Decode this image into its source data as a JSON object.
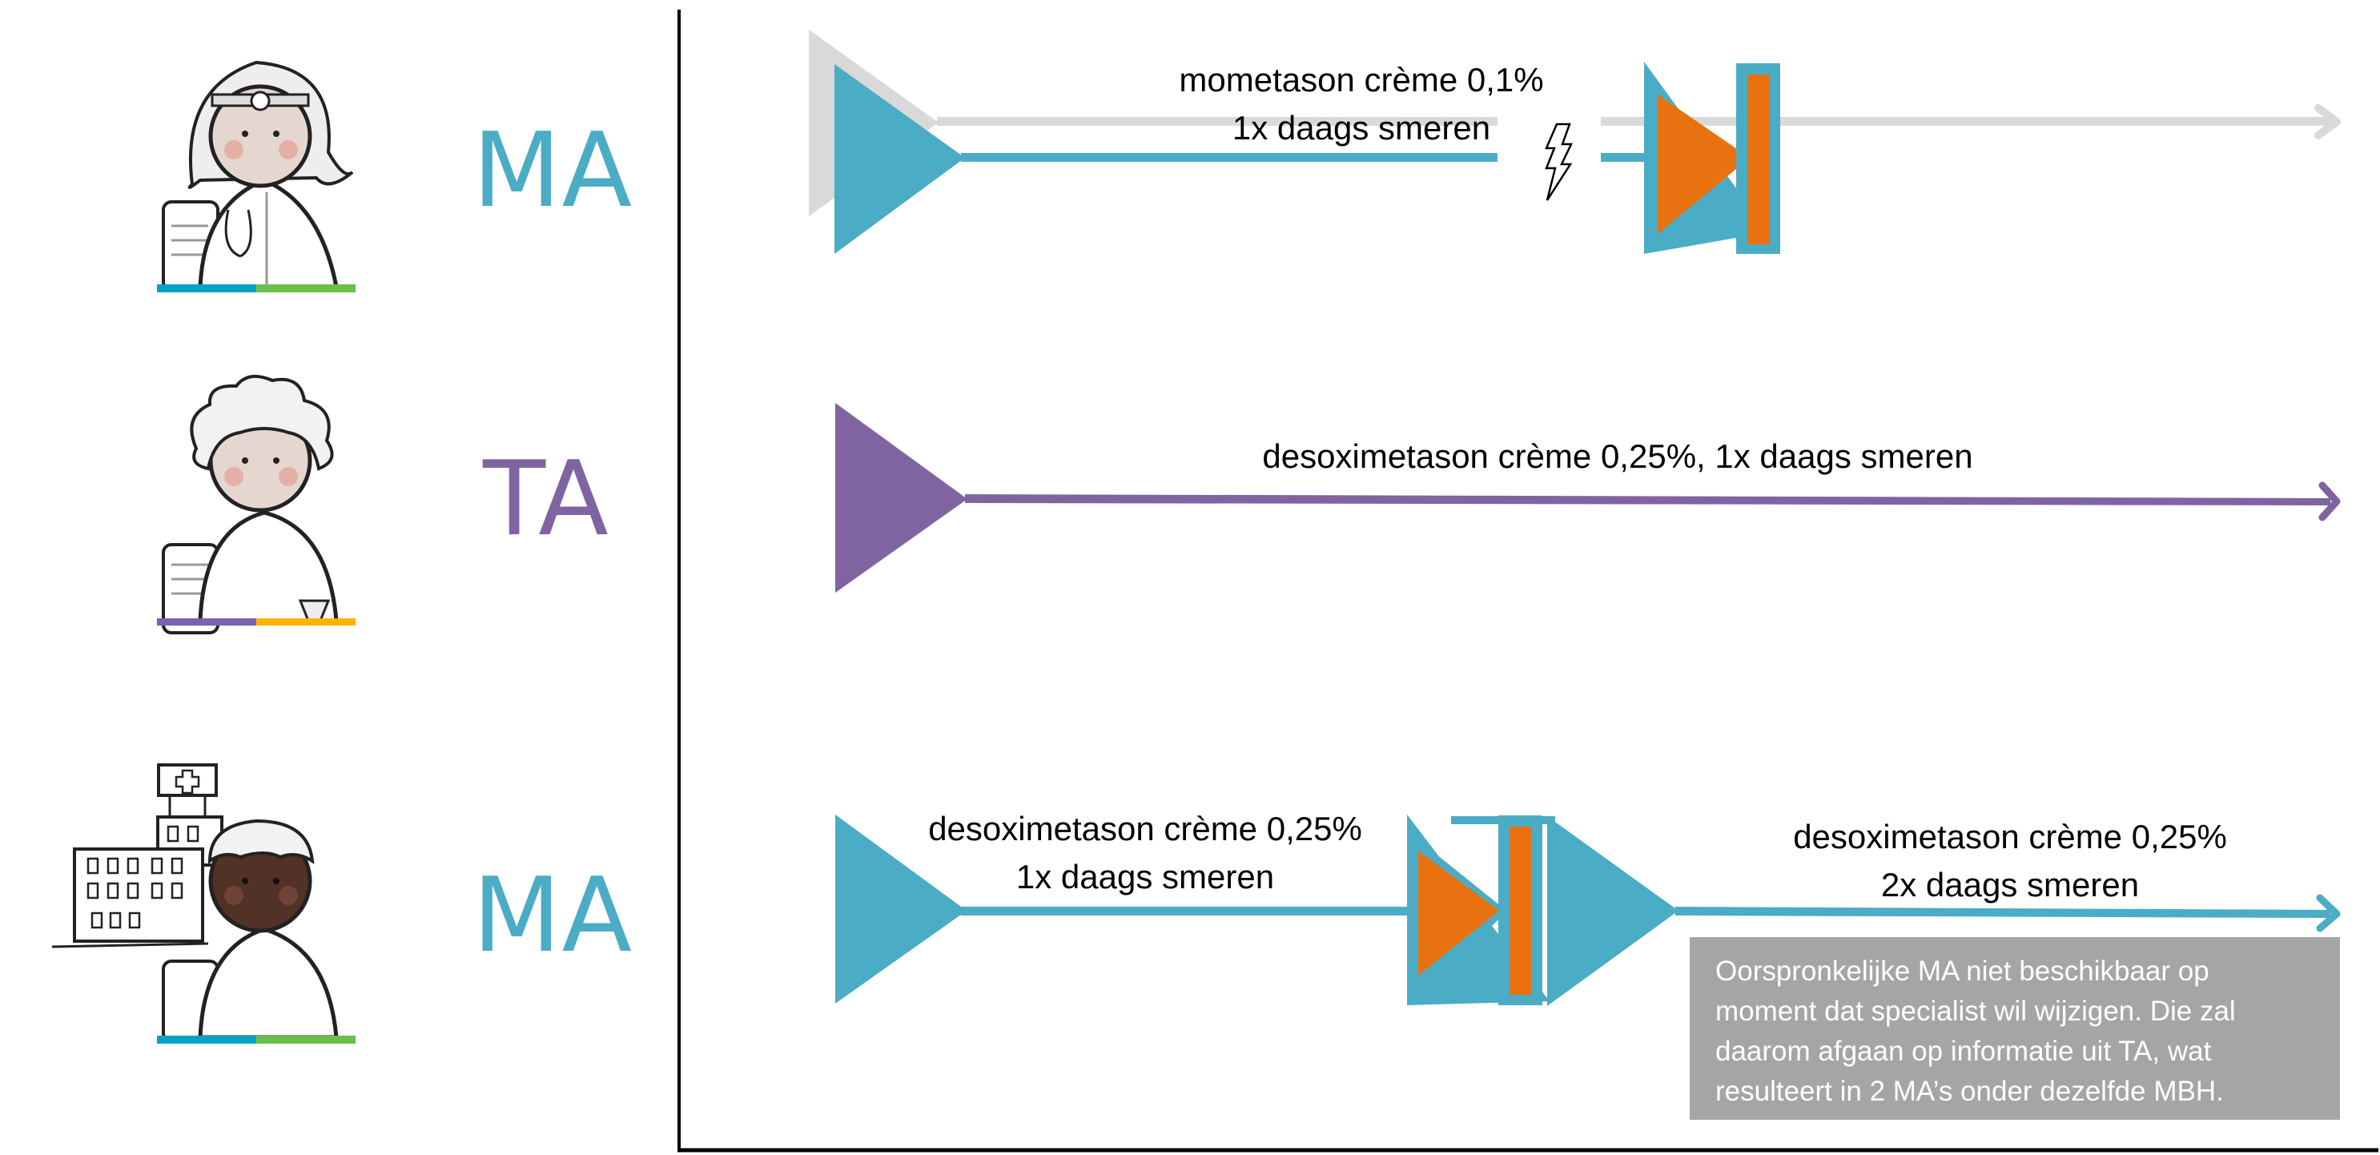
{
  "colors": {
    "ma_blue": "#4bacc6",
    "ta_purple": "#8064a2",
    "stop_orange": "#e8720f",
    "superseded_gray": "#d9d9d9",
    "note_gray": "#a5a5a5",
    "axis_black": "#000000"
  },
  "rows": [
    {
      "role": "MA",
      "role_color": "#4bacc6",
      "illustration": "doctor-with-head-mirror-icon",
      "desk_colors": [
        "#00a3c4",
        "#6cc04a"
      ],
      "timeline": {
        "superseded_line": true,
        "start_label_lines": [
          "mometason crème 0,1%",
          "1x daags smeren"
        ],
        "interruption_icon": "lightning-bolt-icon",
        "stop_marker": true
      }
    },
    {
      "role": "TA",
      "role_color": "#8064a2",
      "illustration": "pharmacist-icon",
      "desk_colors": [
        "#7e5fb0",
        "#ffb300"
      ],
      "timeline": {
        "start_label_lines": [
          "desoximetason crème 0,25%, 1x daags smeren"
        ]
      }
    },
    {
      "role": "MA",
      "role_color": "#4bacc6",
      "illustration": "hospital-specialist-icon",
      "desk_colors": [
        "#00a3c4",
        "#6cc04a"
      ],
      "timeline": {
        "start_label_lines": [
          "desoximetason crème 0,25%",
          "1x daags smeren"
        ],
        "stop_marker": true,
        "restart_label_lines": [
          "desoximetason crème 0,25%",
          "2x daags smeren"
        ]
      }
    }
  ],
  "note": {
    "lines": [
      "Oorspronkelijke MA niet beschikbaar op",
      "moment dat specialist wil wijzigen. Die zal",
      "daarom afgaan op informatie uit TA, wat",
      "resulteert in 2 MA’s onder dezelfde MBH."
    ]
  }
}
